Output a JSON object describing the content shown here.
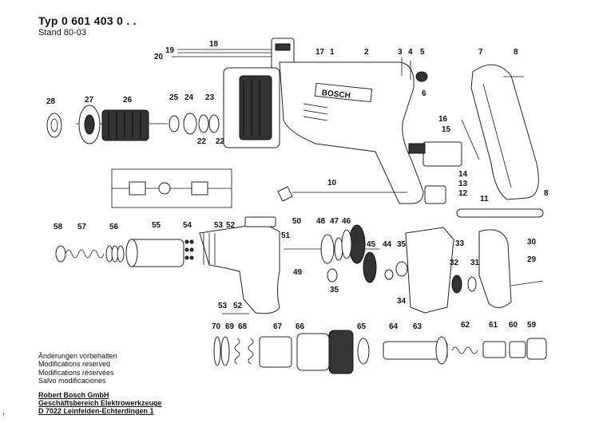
{
  "header": {
    "title": "Typ 0 601 403 0 . .",
    "stand": "Stand 80-03"
  },
  "brand_text": "BOSCH",
  "notes": [
    "Änderungen vorbehalten",
    "Modifications reserved",
    "Modifications réservées",
    "Salvo modificaciones"
  ],
  "company": [
    "Robert Bosch GmbH",
    "Geschäftsbereich Elektrowerkzeuge",
    "D 7022 Leinfelden-Echterdingen 1"
  ],
  "corner_mark": "r",
  "callouts": {
    "p1": "1",
    "p2": "2",
    "p3": "3",
    "p4": "4",
    "p5": "5",
    "p6": "6",
    "p7": "7",
    "p8a": "8",
    "p8b": "8",
    "p10": "10",
    "p11": "11",
    "p12": "12",
    "p13": "13",
    "p14": "14",
    "p15": "15",
    "p16": "16",
    "p17": "17",
    "p18": "18",
    "p19": "19",
    "p20": "20",
    "p22a": "22",
    "p22b": "22",
    "p23": "23",
    "p24": "24",
    "p25": "25",
    "p26": "26",
    "p27": "27",
    "p28": "28",
    "p29": "29",
    "p30": "30",
    "p31": "31",
    "p32": "32",
    "p33": "33",
    "p34": "34",
    "p35a": "35",
    "p35b": "35",
    "p44": "44",
    "p45": "45",
    "p46": "46",
    "p47": "47",
    "p48": "48",
    "p49": "49",
    "p50": "50",
    "p51": "51",
    "p52a": "52",
    "p52b": "52",
    "p53a": "53",
    "p53b": "53",
    "p54": "54",
    "p55": "55",
    "p56": "56",
    "p57": "57",
    "p58": "58",
    "p59": "59",
    "p60": "60",
    "p61": "61",
    "p62": "62",
    "p63": "63",
    "p64": "64",
    "p65": "65",
    "p66": "66",
    "p67": "67",
    "p68": "68",
    "p69": "69",
    "p70": "70"
  }
}
